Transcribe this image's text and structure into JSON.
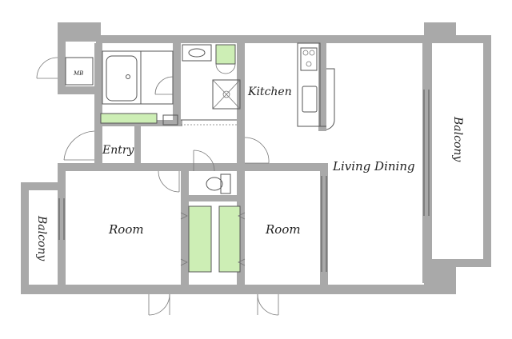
{
  "rooms": {
    "kitchen": "Kitchen",
    "living_dining": "Living Dining",
    "balcony_right": "Balcony",
    "balcony_left": "Balcony",
    "entry": "Entry",
    "room_left": "Room",
    "room_right": "Room",
    "meter_box": "MB"
  },
  "colors": {
    "wall": "#a9a9a9",
    "storage": "#cdeeb5",
    "line": "#555555",
    "background": "#ffffff"
  }
}
